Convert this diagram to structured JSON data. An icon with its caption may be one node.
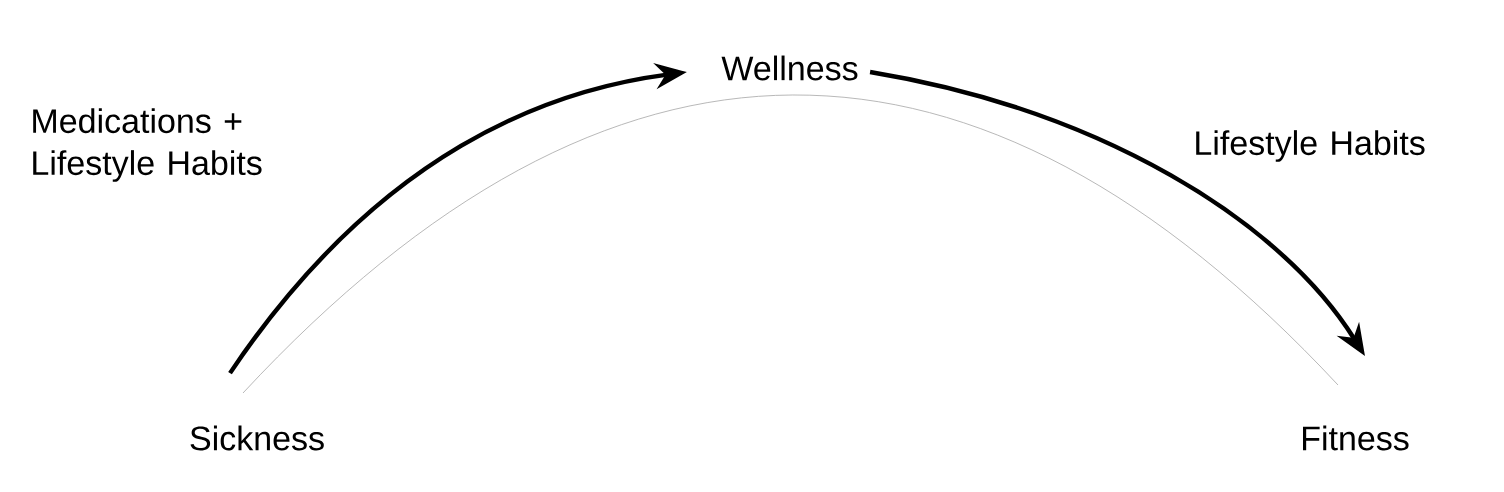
{
  "diagram": {
    "nodes": [
      {
        "text": [
          "Sickness"
        ]
      },
      {
        "text": [
          "Wellness"
        ]
      },
      {
        "text": [
          "Fitness"
        ]
      }
    ],
    "edges": [
      {
        "from": 0,
        "to": 1,
        "arrow": "to",
        "label": "Medications + Lifestyle Habits"
      },
      {
        "from": 1,
        "to": 2,
        "arrow": "to",
        "label": "Lifestyle Habits"
      }
    ]
  }
}
